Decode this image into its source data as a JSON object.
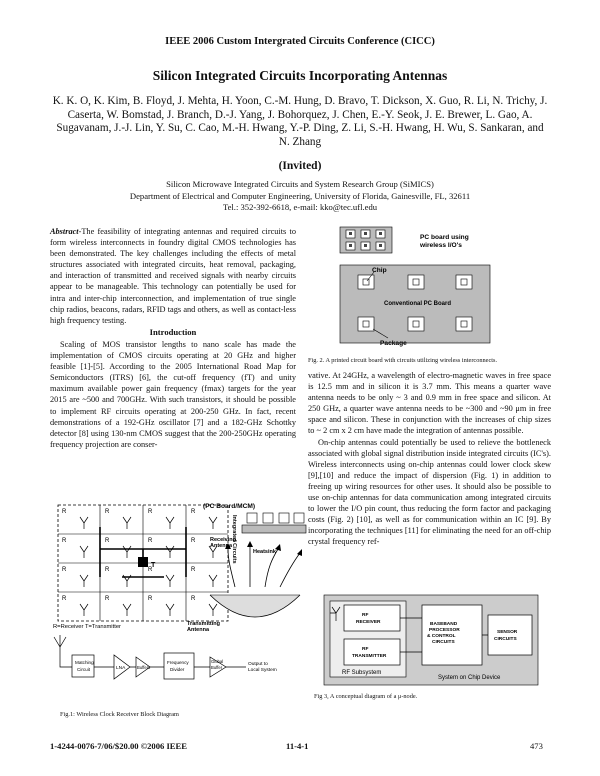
{
  "header": "IEEE 2006 Custom Intergrated Circuits Conference (CICC)",
  "title": "Silicon Integrated Circuits Incorporating Antennas",
  "authors": "K. K. O, K. Kim, B. Floyd, J. Mehta, H. Yoon, C.-M. Hung, D. Bravo, T. Dickson, X. Guo, R. Li, N. Trichy, J. Caserta, W. Bomstad, J. Branch, D.-J. Yang, J. Bohorquez, J. Chen, E.-Y. Seok, J. E. Brewer, L. Gao, A. Sugavanam, J.-J. Lin, Y. Su, C. Cao, M.-H. Hwang, Y.-P. Ding, Z. Li, S.-H. Hwang, H. Wu, S. Sankaran, and N. Zhang",
  "invited": "(Invited)",
  "affiliation": {
    "line1": "Silicon Microwave Integrated Circuits and System Research Group (SiMICS)",
    "line2": "Department of Electrical and Computer Engineering, University of Florida, Gainesville, FL, 32611",
    "line3": "Tel.: 352-392-6618, e-mail: kko@tec.ufl.edu"
  },
  "abstract": {
    "label": "Abstract-",
    "text": "The feasibility of integrating antennas and required circuits to form wireless interconnects in foundry digital CMOS technologies has been demonstrated. The key challenges including the effects of metal structures associated with integrated circuits, heat removal, packaging, and interaction of transmitted and received signals with nearby circuits appear to be manageable. This technology can potentially be used for intra and inter-chip interconnection, and implementation of true single chip radios, beacons, radars, RFID tags and others, as well as contact-less high frequency testing."
  },
  "intro": {
    "heading": "Introduction",
    "para1": "Scaling of MOS transistor lengths to nano scale has made the implementation of CMOS circuits operating at 20 GHz and higher feasible [1]-[5]. According to the 2005 International Road Map for Semiconductors (ITRS) [6], the cut-off frequency (fT) and unity maximum available power gain frequency (fmax) targets for the year 2015 are ~500 and 700GHz. With such transistors, it should be possible to implement RF circuits operating at 200-250 GHz. In fact, recent demonstrations of a 192-GHz oscillator [7] and a 182-GHz Schottky detector [8] using 130-nm CMOS suggest that the 200-250GHz operating frequency projection are conser-"
  },
  "right_col": {
    "para1": "vative. At 24GHz, a wavelength of electro-magnetic waves in free space is 12.5 mm and in silicon it is 3.7 mm. This means a quarter wave antenna needs to be only ~ 3 and 0.9 mm in free space and silicon. At 250 GHz, a quarter wave antenna needs to be ~300 and ~90 μm in free space and silicon. These in conjunction with the increases of chip sizes to ~ 2 cm x 2 cm have made the integration of antennas possible.",
    "para2": "On-chip antennas could potentially be used to relieve the bottleneck associated with global signal distribution inside integrated circuits (IC's). Wireless interconnects using on-chip antennas could lower clock skew [9],[10] and reduce the impact of dispersion (Fig. 1) in addition to freeing up wiring resources for other uses. It should also be possible to use on-chip antennas for data communication among integrated circuits to lower the I/O pin count, thus reducing the form factor and packaging costs (Fig. 2) [10], as well as for communication within an IC [9]. By incorporating the techniques [11] for eliminating the need for an off-chip crystal frequency ref-"
  },
  "fig1": {
    "caption": "Fig.1: Wireless Clock Receiver Block Diagram",
    "pcboard": "(PC Board/MCM)",
    "integrated_circuits": "Integrated Circuits",
    "receiving_antenna": "Receiving Antenna",
    "heatsink": "Heatsink",
    "legend": "R=Receiver T=Transmitter",
    "transmitting_antenna": "Transmitting Antenna",
    "blocks": [
      "Matching Circuit",
      "LNA",
      "Buffers",
      "Frequency Divider",
      "Global Buffer"
    ],
    "output": "Output to Local System",
    "r": "R",
    "t": "T"
  },
  "fig2": {
    "caption": "Fig. 2. A printed circuit board with circuits utilizing wireless interconnects.",
    "pc_board_io": "PC board using wireless I/O's",
    "chip": "Chip",
    "conventional": "Conventional PC Board",
    "package": "Package"
  },
  "fig3": {
    "caption": "Fig 3, A conceptual diagram of a μ-node.",
    "rf_receiver": "RF RECEIVER",
    "rf_transmitter": "RF TRANSMITTER",
    "baseband": "BASEBAND PROCESSOR & CONTROL CIRCUITS",
    "sensor": "SENSOR CIRCUITS",
    "rf_subsystem": "RF Subsystem",
    "soc": "System on Chip Device"
  },
  "footer": {
    "left": "1-4244-0076-7/06/$20.00 ©2006 IEEE",
    "center": "11-4-1",
    "right": "473"
  }
}
